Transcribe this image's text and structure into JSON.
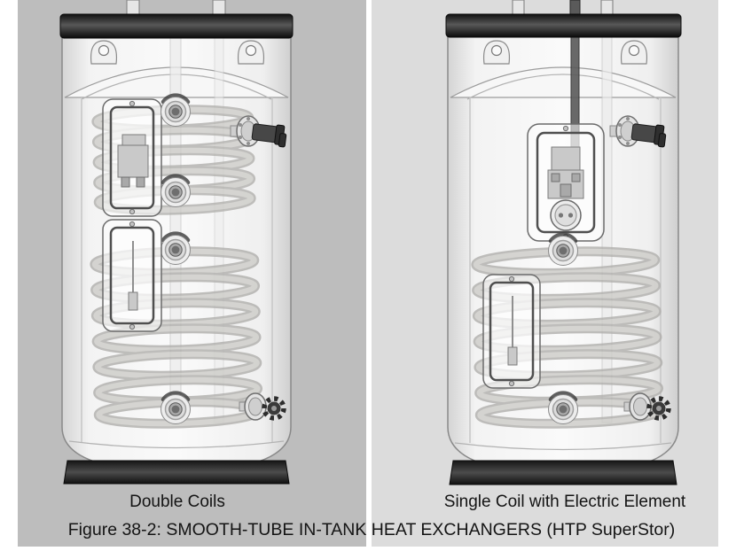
{
  "figure": {
    "left_label": "Double Coils",
    "right_label": "Single Coil with Electric Element",
    "caption": "Figure 38-2: SMOOTH-TUBE IN-TANK HEAT EXCHANGERS (HTP SuperStor)"
  },
  "diagram": {
    "left_tank": {
      "label": "Double Coils",
      "visible_parts": [
        "top cap",
        "two top pipes",
        "upper smooth-tube coil",
        "lower smooth-tube coil",
        "upper access panel",
        "lower access panel",
        "four circular port fittings",
        "side valve fitting",
        "star-handle drain valve",
        "bottom base ring"
      ]
    },
    "right_tank": {
      "label": "Single Coil with Electric Element",
      "visible_parts": [
        "top cap",
        "two top pipes",
        "central dark conduit pipe",
        "electric element access panel",
        "element junction box",
        "element flange",
        "single smooth-tube coil",
        "lower access panel",
        "two circular port fittings",
        "side valve fitting",
        "star-handle drain valve",
        "bottom base ring"
      ]
    }
  },
  "colors": {
    "page_bg": "#ffffff",
    "left_panel_bg": "#bdbdbd",
    "right_panel_bg": "#dcdcdc",
    "label_text": "#141414",
    "coil_outer": "#b0afac",
    "coil_inner": "#cdccc8",
    "metal_dark": "#474747"
  }
}
